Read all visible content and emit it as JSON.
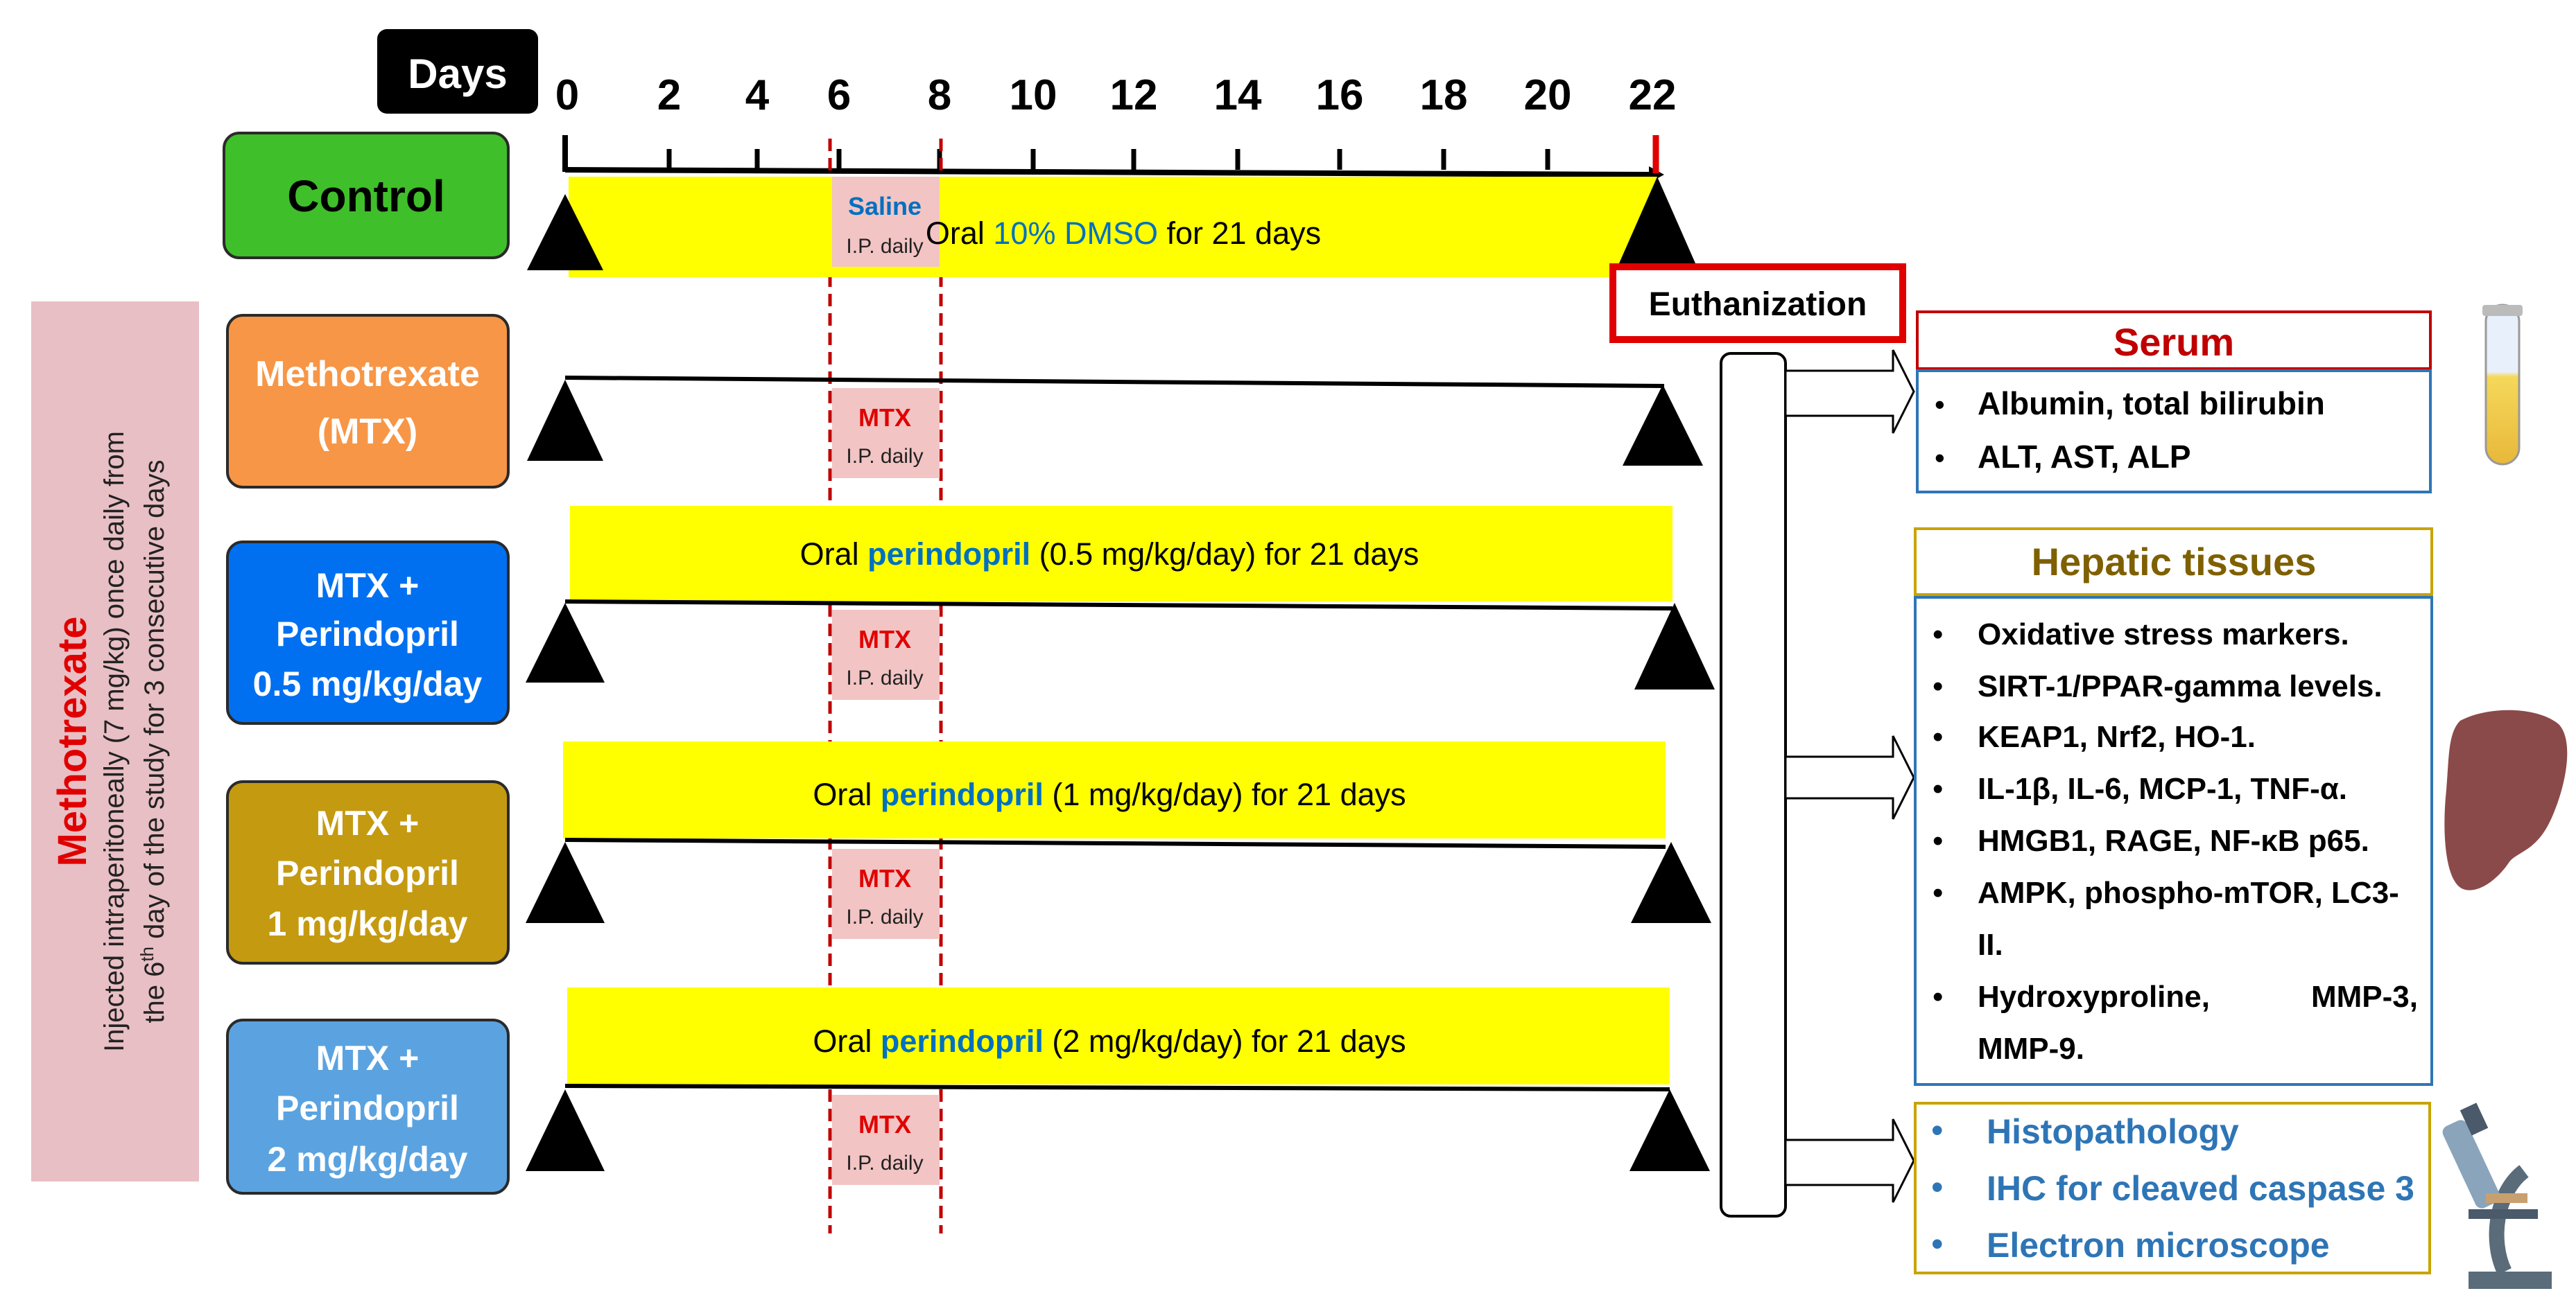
{
  "axis": {
    "label": "Days",
    "ticks": [
      "0",
      "2",
      "4",
      "6",
      "8",
      "10",
      "12",
      "14",
      "16",
      "18",
      "20",
      "22"
    ]
  },
  "side_label": {
    "title": "Methotrexate",
    "line1": "Injected intraperitoneally (7 mg/kg) once daily from",
    "line2_a": "the 6",
    "line2_sup": "th",
    "line2_b": " day of the study for 3 consecutive days"
  },
  "groups": [
    {
      "line1": "Control",
      "line2": "",
      "line3": "",
      "color": "#3fbf2a"
    },
    {
      "line1": "Methotrexate",
      "line2": "(MTX)",
      "line3": "",
      "color": "#f79646"
    },
    {
      "line1": "MTX +",
      "line2": "Perindopril",
      "line3": "0.5 mg/kg/day",
      "color": "#0070f0"
    },
    {
      "line1": "MTX +",
      "line2": "Perindopril",
      "line3": "1 mg/kg/day",
      "color": "#c49a10"
    },
    {
      "line1": "MTX +",
      "line2": "Perindopril",
      "line3": "2 mg/kg/day",
      "color": "#5ba3e0"
    }
  ],
  "treatments": {
    "control": {
      "pre": "Oral ",
      "drug": "10% DMSO",
      "post": " for 21 days"
    },
    "dose05": {
      "pre": "Oral ",
      "drug": "perindopril",
      "post": " (0.5 mg/kg/day)  for 21 days"
    },
    "dose1": {
      "pre": "Oral ",
      "drug": "perindopril",
      "post": " (1 mg/kg/day)  for 21 days"
    },
    "dose2": {
      "pre": "Oral ",
      "drug": "perindopril",
      "post": " (2 mg/kg/day)  for 21 days"
    }
  },
  "injections": {
    "saline": {
      "title": "Saline",
      "sub": "I.P. daily"
    },
    "mtx": {
      "title": "MTX",
      "sub": "I.P. daily"
    }
  },
  "euthanization": "Euthanization",
  "serum": {
    "title": "Serum",
    "items": [
      "Albumin, total bilirubin",
      "ALT, AST, ALP"
    ]
  },
  "hepatic": {
    "title": "Hepatic tissues",
    "items": [
      "Oxidative stress markers.",
      "SIRT-1/PPAR-gamma levels.",
      "KEAP1, Nrf2, HO-1.",
      "IL-1β, IL-6, MCP-1, TNF-α.",
      "HMGB1, RAGE, NF-κB p65.",
      "AMPK, phospho-mTOR, LC3-",
      "II.",
      "Hydroxyproline,",
      "MMP-3,",
      "MMP-9."
    ]
  },
  "histology": {
    "items": [
      "Histopathology",
      "IHC for cleaved caspase 3",
      "Electron microscope"
    ]
  },
  "colors": {
    "yellow": "#ffff00",
    "red": "#e00000",
    "drug_blue": "#0070c0",
    "serum_title": "#c00000",
    "hepatic_title": "#7f6000",
    "histo_blue": "#2e75b6",
    "injection_bg": "#f2c4c4",
    "side_bg": "#e8bfc4"
  },
  "icons": [
    "blood-tube-icon",
    "liver-icon",
    "microscope-icon"
  ]
}
